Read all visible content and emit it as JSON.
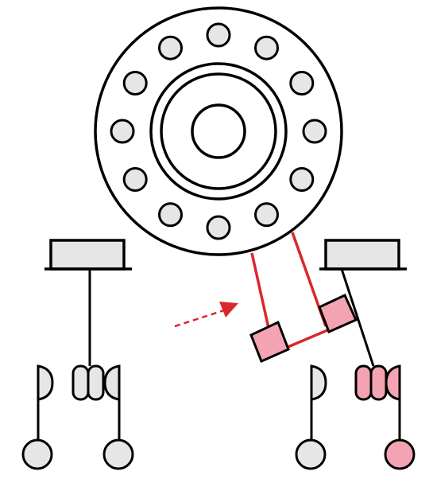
{
  "diagram": {
    "colors": {
      "outline": "#000000",
      "neutral_fill": "#e6e6e6",
      "highlight_fill": "#f4a3b3",
      "highlight_stroke": "#d9272e",
      "background": "#ffffff"
    },
    "components": {
      "flange": {
        "bolt_hole_count": 12
      },
      "left_assembly": {
        "state": "neutral"
      },
      "right_assembly": {
        "state": "highlighted"
      },
      "moving_part": {
        "state": "highlighted"
      },
      "arrow": {
        "style": "dashed",
        "direction": "up-right"
      }
    }
  }
}
